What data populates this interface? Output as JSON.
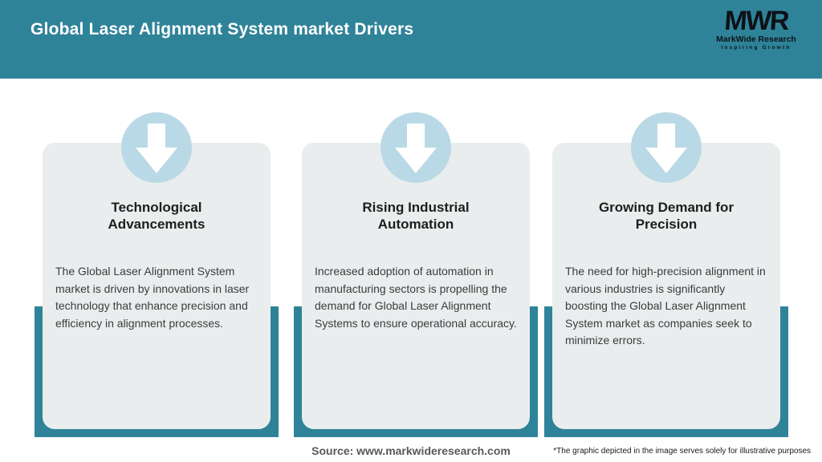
{
  "header": {
    "title": "Global Laser Alignment System market Drivers",
    "logo": {
      "acronym": "MWR",
      "name": "MarkWide Research",
      "tagline": "Inspiring Growth"
    }
  },
  "cards": [
    {
      "icon": "down-arrow-icon",
      "title": "Technological Advancements",
      "body": "The Global Laser Alignment System market is driven by innovations in laser technology that enhance precision and efficiency in alignment processes."
    },
    {
      "icon": "down-arrow-icon",
      "title": "Rising Industrial Automation",
      "body": "Increased adoption of automation in manufacturing sectors is propelling the demand for Global Laser Alignment Systems to ensure operational accuracy."
    },
    {
      "icon": "down-arrow-icon",
      "title": "Growing Demand for Precision",
      "body": "The need for high-precision alignment in various industries is significantly boosting the Global Laser Alignment System market as companies seek to minimize errors."
    }
  ],
  "footer": {
    "source": "Source: www.markwideresearch.com",
    "disclaimer": "*The graphic depicted in the image serves solely for illustrative purposes"
  },
  "colors": {
    "teal": "#2F8399",
    "card_background": "#E9EDEE",
    "badge_circle": "#BAD9E6",
    "arrow": "#FFFFFF"
  }
}
